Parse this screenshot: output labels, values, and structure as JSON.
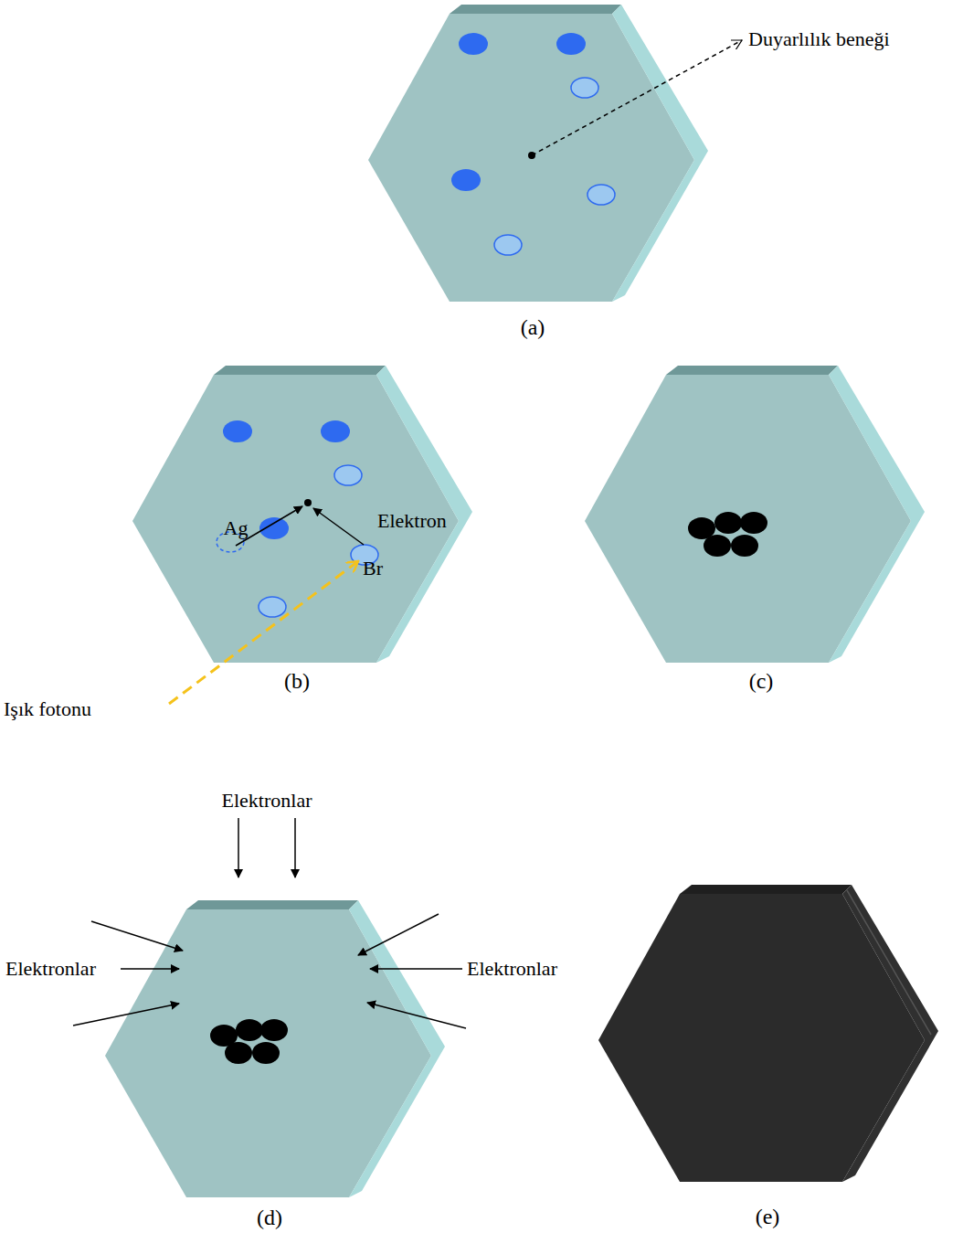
{
  "diagram": {
    "nodes": [
      {
        "text": [
          "(a)"
        ]
      },
      {
        "text": [
          "Ag",
          "Elektron",
          "Br",
          "(b)"
        ]
      },
      {
        "text": [
          "(c)"
        ]
      },
      {
        "text": [
          "(d)"
        ]
      },
      {
        "text": [
          "(e)"
        ]
      }
    ],
    "labels": [
      "Duyarlılık beneği",
      "Işık fotonu",
      "Elektronlar",
      "Elektronlar",
      "Elektronlar"
    ]
  }
}
